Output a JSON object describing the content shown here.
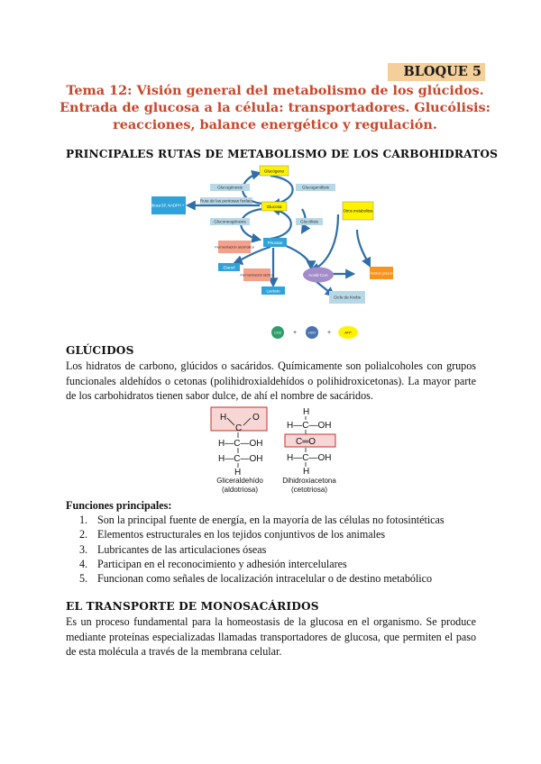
{
  "header": {
    "bloque": "BLOQUE 5",
    "title_lines": [
      "Tema 12: Visión general del metabolismo de los glúcidos.",
      "Entrada de glucosa a la célula: transportadores. Glucólisis:",
      "reacciones, balance energético y regulación."
    ]
  },
  "sections": {
    "rutas_heading": "PRINCIPALES RUTAS DE METABOLISMO DE LOS CARBOHIDRATOS",
    "glucidos_heading": "GLÚCIDOS",
    "glucidos_text": "Los hidratos de carbono, glúcidos o sacáridos. Químicamente son polialcoholes con grupos funcionales aldehídos o cetonas (polihidroxialdehídos o polihidroxicetonas). La mayor parte de los carbohidratos tienen sabor dulce, de ahí el nombre de sacáridos.",
    "funciones_heading": "Funciones principales:",
    "funciones": [
      "Son la principal fuente de energía, en la mayoría de las células no fotosintéticas",
      "Elementos estructurales en los tejidos conjuntivos de los animales",
      "Lubricantes de las articulaciones óseas",
      "Participan en el reconocimiento y adhesión intercelulares",
      "Funcionan como señales de localización intracelular o de destino metabólico"
    ],
    "transporte_heading": "EL TRANSPORTE DE MONOSACÁRIDOS",
    "transporte_text": "Es un proceso fundamental para la homeostasis de la glucosa en el organismo. Se produce mediante proteínas especializadas llamadas transportadores de glucosa, que permiten el paso de esta molécula a través de la membrana celular."
  },
  "diagram": {
    "glucogeno": "Glucógeno",
    "glucogenolisis": "Glucogenólisis",
    "glucogenesis": "Glucogénesis",
    "ruta_pentosas": "Ruta de las pentosas fosfato",
    "ribosa": "Ribosa 5P, NADPH + ...",
    "glucosa": "Glucosa",
    "gluconeogenesis": "Gluconeogénesis",
    "glucolisis": "Glucólisis",
    "otros": "Otros metabolitos",
    "piruvato": "Piruvato",
    "fermentacion": "Fermentación alcohólica",
    "etanol": "Etanol",
    "fermentacion_lactica": "Fermentación láctica",
    "lactato": "Lactato",
    "acetil_coa": "Acetil-CoA",
    "acidos_grasos": "Ácidos grasos",
    "ciclo_krebs": "Ciclo de Krebs",
    "co2": "CO2",
    "h2o": "H2O",
    "atp": "ATP",
    "plus": "+"
  },
  "structures": {
    "left_caption_1": "Gliceraldehído",
    "left_caption_2": "(aldotriosa)",
    "right_caption_1": "Dihidroxiacetona",
    "right_caption_2": "(cetotriosa)",
    "h": "H",
    "o": "O",
    "c": "C",
    "oh": "OH",
    "h_c_oh": "H—C—OH",
    "c_o": "C═O"
  }
}
